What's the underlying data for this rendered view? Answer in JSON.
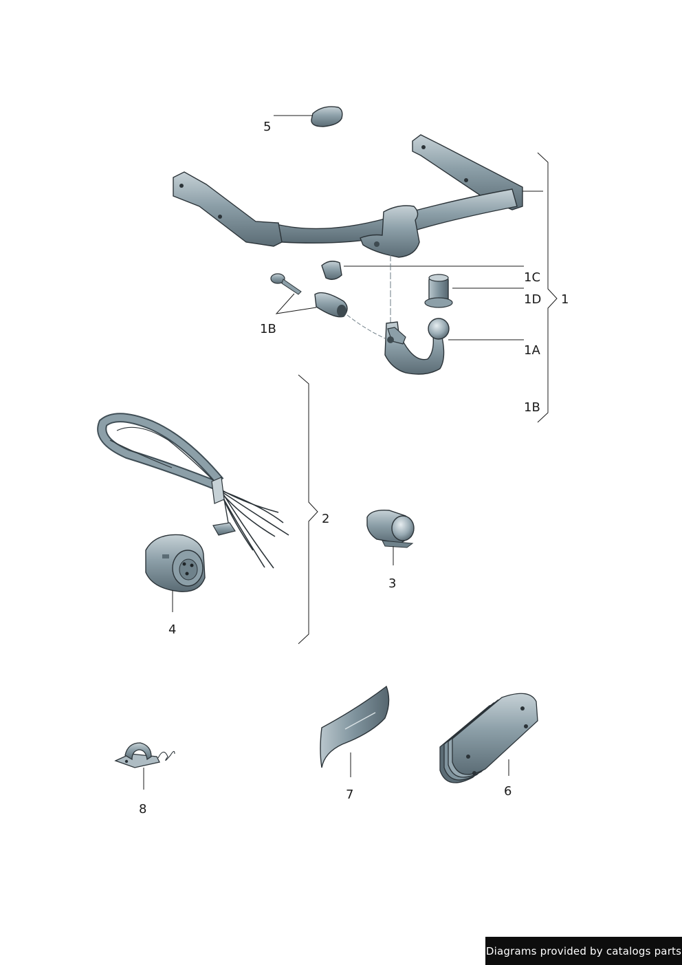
{
  "callouts": {
    "c5": "5",
    "c1C": "1C",
    "c1D": "1D",
    "c1": "1",
    "c1B_left": "1B",
    "c1A": "1A",
    "c1B_right": "1B",
    "c2": "2",
    "c3": "3",
    "c4": "4",
    "c7": "7",
    "c6": "6",
    "c8": "8"
  },
  "footer": {
    "credit": "Diagrams provided by catalogs parts"
  },
  "colors": {
    "part_fill": "#7f939d",
    "part_light": "#aebcc3",
    "part_dark": "#4f5f68",
    "outline": "#2b3338",
    "leader": "#1a1a1a"
  }
}
